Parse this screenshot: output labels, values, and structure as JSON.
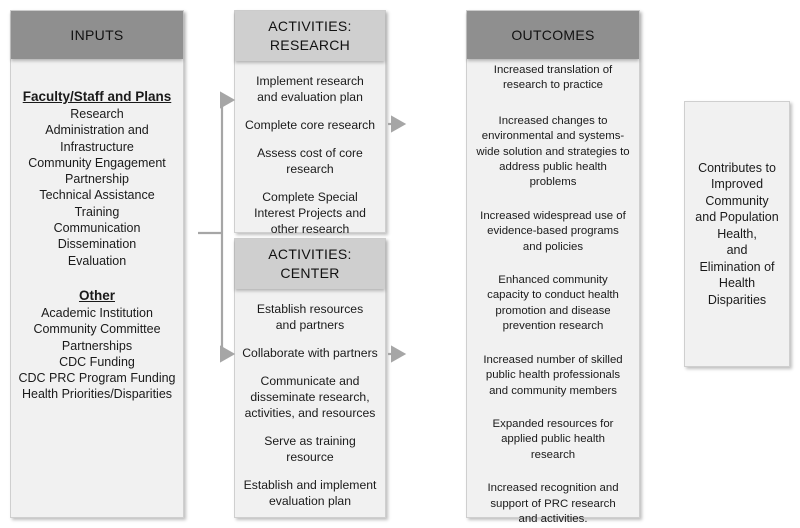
{
  "inputs": {
    "header": "INPUTS",
    "faculty_title": "Faculty/Staff and Plans",
    "faculty_items": [
      "Research",
      "Administration and",
      "Infrastructure",
      "Community Engagement",
      "Partnership",
      "Technical Assistance",
      "Training",
      "Communication",
      "Dissemination",
      "Evaluation"
    ],
    "other_title": "Other",
    "other_items": [
      "Academic Institution",
      "Community Committee",
      "Partnerships",
      "CDC Funding",
      "CDC PRC Program Funding",
      "Health Priorities/Disparities"
    ]
  },
  "research": {
    "header_line1": "ACTIVITIES:",
    "header_line2": "RESEARCH",
    "items": [
      "Implement research and evaluation plan",
      "Complete core research",
      "Assess cost of core research",
      "Complete Special Interest Projects and other research"
    ]
  },
  "center": {
    "header_line1": "ACTIVITIES:",
    "header_line2": "CENTER",
    "items": [
      "Establish resources and partners",
      "Collaborate with partners",
      "Communicate and disseminate research, activities, and resources",
      "Serve as training resource",
      "Establish and implement evaluation plan"
    ]
  },
  "outcomes": {
    "header": "OUTCOMES",
    "items": [
      "Increased translation of research to practice",
      "Increased changes to environmental and systems-wide solution and strategies to address public health problems",
      "Increased widespread use of evidence-based programs and policies",
      "Enhanced community capacity to conduct health promotion and disease prevention research",
      "Increased number of skilled public health professionals and community members",
      "Expanded resources for applied public health research",
      "Increased recognition and support of PRC research and activities."
    ]
  },
  "contributes": {
    "line1": "Contributes to",
    "line2": "Improved",
    "line3": "Community",
    "line4": "and Population",
    "line5": "Health,",
    "line6": "and",
    "line7": "Elimination of",
    "line8": "Health",
    "line9": "Disparities"
  },
  "colors": {
    "header_dark": "#8f8f8f",
    "header_light": "#cfcfcf",
    "box_fill": "#f1f1f1",
    "connector": "#a6a6a6"
  }
}
